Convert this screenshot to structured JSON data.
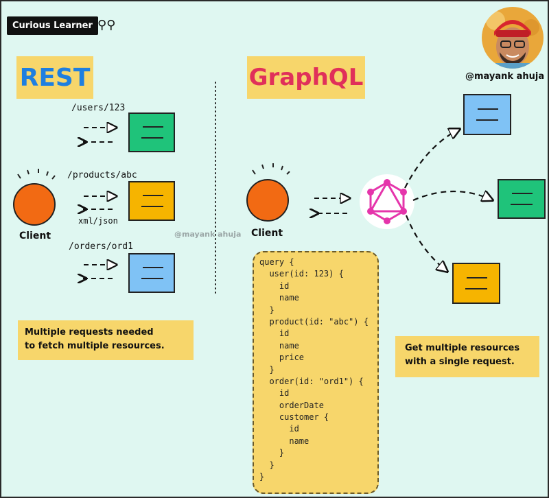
{
  "brand": {
    "label": "Curious Learner"
  },
  "author": {
    "handle": "@mayank ahuja"
  },
  "watermark": "@mayank ahuja",
  "rest": {
    "title": "REST",
    "client_label": "Client",
    "endpoints": [
      {
        "path": "/users/123",
        "color": "#1fc37a"
      },
      {
        "path": "/products/abc",
        "color": "#f6b400"
      },
      {
        "path": "/orders/ord1",
        "color": "#7fc2f5"
      }
    ],
    "response_format": "xml/json",
    "note": [
      "Multiple requests needed",
      "to fetch multiple resources."
    ]
  },
  "graphql": {
    "title": "GraphQL",
    "client_label": "Client",
    "brand_color": "#e535ab",
    "query_lines": [
      "query {",
      "  user(id: 123) {",
      "    id",
      "    name",
      "  }",
      "  product(id: \"abc\") {",
      "    id",
      "    name",
      "    price",
      "  }",
      "  order(id: \"ord1\") {",
      "    id",
      "    orderDate",
      "    customer {",
      "      id",
      "      name",
      "    }",
      "  }",
      "}"
    ],
    "resources": [
      {
        "color": "#7fc2f5"
      },
      {
        "color": "#1fc37a"
      },
      {
        "color": "#f6b400"
      }
    ],
    "note": [
      "Get multiple resources",
      "with a single request."
    ]
  },
  "colors": {
    "client": "#f26a13",
    "background": "#dff7f1",
    "label_bg": "#f7d66b"
  }
}
